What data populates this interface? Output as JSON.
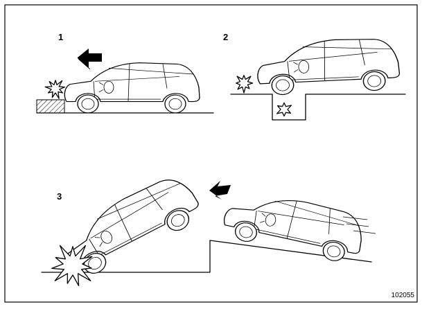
{
  "figure": {
    "panels": [
      {
        "label": "1",
        "scenario": "frontal-collision-with-wall"
      },
      {
        "label": "2",
        "scenario": "front-wheel-drops-into-ditch"
      },
      {
        "label": "3",
        "scenario": "car-drops-off-step-and-hits-ground"
      }
    ],
    "figure_code": "102055"
  }
}
